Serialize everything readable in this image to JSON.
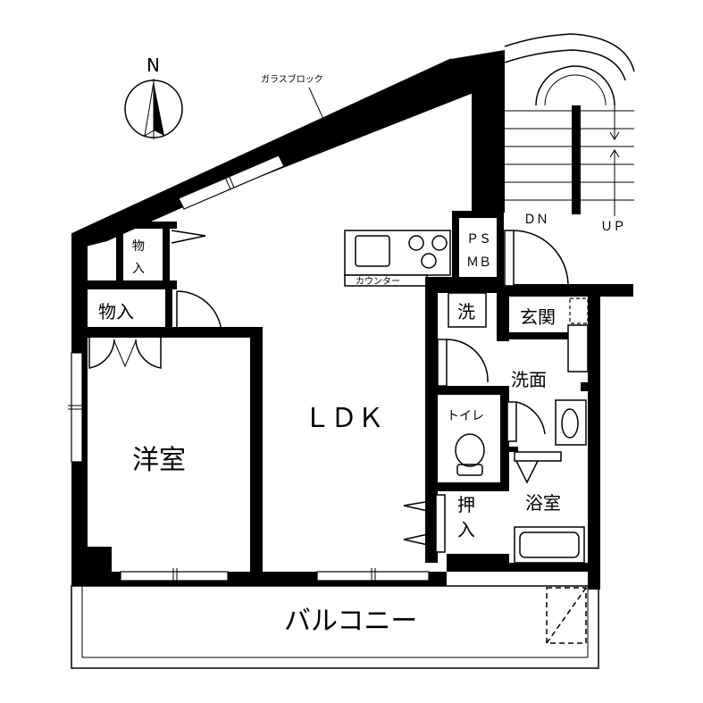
{
  "compass": {
    "north_label": "N"
  },
  "rooms": {
    "ldk": "ＬＤＫ",
    "western_room": "洋室",
    "balcony": "バルコニー",
    "closet_upper_a": "物",
    "closet_upper_b": "入",
    "closet_lower": "物入",
    "kitchen_counter": "カウンター",
    "ps": "ＰＳ",
    "mb": "ＭＢ",
    "laundry": "洗",
    "entrance": "玄関",
    "washroom": "洗面",
    "toilet": "トイレ",
    "oshiire_a": "押",
    "oshiire_b": "入",
    "bathroom": "浴室"
  },
  "annotations": {
    "glass_block": "ガラスブロック"
  },
  "stairs": {
    "down": "ＤＮ",
    "up": "ＵＰ"
  }
}
